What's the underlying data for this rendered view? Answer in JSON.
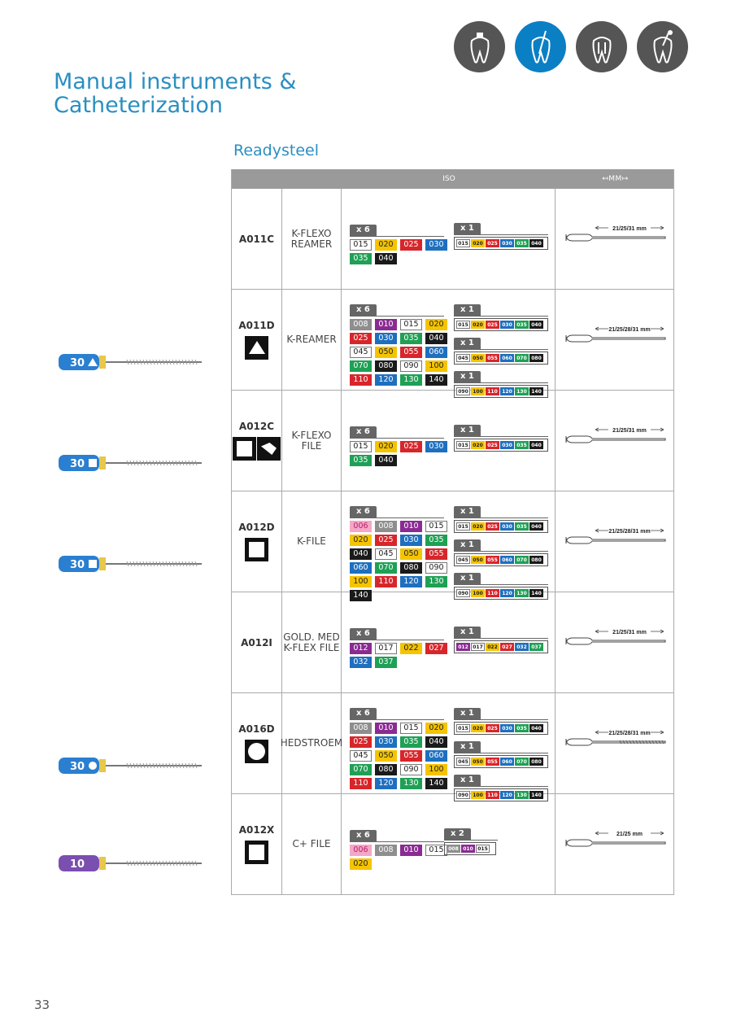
{
  "title_line1": "Manual instruments &",
  "title_line2": "Catheterization",
  "subtitle": "Readysteel",
  "table_header": {
    "iso": "ISO",
    "mm": "↤MM↦"
  },
  "page_number": "33",
  "colors": {
    "white": "#ffffff",
    "yellow": "#f5c400",
    "red": "#d7262b",
    "blue": "#1e6fbf",
    "green": "#1fa055",
    "black": "#1a1a1a",
    "grey": "#8e8e8e",
    "purple": "#8a2b92",
    "pink": "#f4a7c6"
  },
  "rows": [
    {
      "code": "A011C",
      "name": "K-FLEXO REAMER",
      "shape": "none",
      "x6": [
        "015",
        "020",
        "025",
        "030",
        "035",
        "040"
      ],
      "x1": [
        [
          "015",
          "020",
          "025",
          "030",
          "035",
          "040"
        ]
      ],
      "mm": "21/25/31 mm"
    },
    {
      "code": "A011D",
      "name": "K-REAMER",
      "shape": "triangle",
      "x6": [
        "008",
        "010",
        "015",
        "020",
        "025",
        "030",
        "035",
        "040",
        "045",
        "050",
        "055",
        "060",
        "070",
        "080",
        "090",
        "100",
        "110",
        "120",
        "130",
        "140"
      ],
      "x1": [
        [
          "015",
          "020",
          "025",
          "030",
          "035",
          "040"
        ],
        [
          "045",
          "050",
          "055",
          "060",
          "070",
          "080"
        ],
        [
          "090",
          "100",
          "110",
          "120",
          "130",
          "140"
        ]
      ],
      "mm": "21/25/28/31 mm"
    },
    {
      "code": "A012C",
      "name": "K-FLEXO FILE",
      "shape": "square-rhomb",
      "x6": [
        "015",
        "020",
        "025",
        "030",
        "035",
        "040"
      ],
      "x1": [
        [
          "015",
          "020",
          "025",
          "030",
          "035",
          "040"
        ]
      ],
      "mm": "21/25/31 mm"
    },
    {
      "code": "A012D",
      "name": "K-FILE",
      "shape": "square",
      "x6": [
        "006",
        "008",
        "010",
        "015",
        "020",
        "025",
        "030",
        "035",
        "040",
        "045",
        "050",
        "055",
        "060",
        "070",
        "080",
        "090",
        "100",
        "110",
        "120",
        "130",
        "140"
      ],
      "x1": [
        [
          "015",
          "020",
          "025",
          "030",
          "035",
          "040"
        ],
        [
          "045",
          "050",
          "055",
          "060",
          "070",
          "080"
        ],
        [
          "090",
          "100",
          "110",
          "120",
          "130",
          "140"
        ]
      ],
      "mm": "21/25/28/31 mm"
    },
    {
      "code": "A012I",
      "name": "GOLD. MED K-FLEX FILE",
      "shape": "none",
      "x6": [
        "012",
        "017",
        "022",
        "027",
        "032",
        "037"
      ],
      "x1": [
        [
          "012",
          "017",
          "022",
          "027",
          "032",
          "037"
        ]
      ],
      "mm": "21/25/31 mm"
    },
    {
      "code": "A016D",
      "name": "HEDSTROEM",
      "shape": "circle",
      "x6": [
        "008",
        "010",
        "015",
        "020",
        "025",
        "030",
        "035",
        "040",
        "045",
        "050",
        "055",
        "060",
        "070",
        "080",
        "090",
        "100",
        "110",
        "120",
        "130",
        "140"
      ],
      "x1": [
        [
          "015",
          "020",
          "025",
          "030",
          "035",
          "040"
        ],
        [
          "045",
          "050",
          "055",
          "060",
          "070",
          "080"
        ],
        [
          "090",
          "100",
          "110",
          "120",
          "130",
          "140"
        ]
      ],
      "mm": "21/25/28/31 mm"
    },
    {
      "code": "A012X",
      "name": "C+ FILE",
      "shape": "square",
      "x6": [
        "006",
        "008",
        "010",
        "015",
        "020"
      ],
      "x2": [
        "008",
        "010",
        "015"
      ],
      "mm": "21/25 mm"
    }
  ],
  "tags": {
    "x6": "x 6",
    "x1": "x 1",
    "x2": "x 2"
  },
  "hand_files": [
    {
      "label": "30",
      "color": "#2a7fd0",
      "shape": "triangle"
    },
    {
      "label": "30",
      "color": "#2a7fd0",
      "shape": "square"
    },
    {
      "label": "30",
      "color": "#2a7fd0",
      "shape": "square"
    },
    {
      "label": "30",
      "color": "#2a7fd0",
      "shape": "circle"
    },
    {
      "label": "10",
      "color": "#7a4fb0",
      "shape": "none"
    }
  ]
}
